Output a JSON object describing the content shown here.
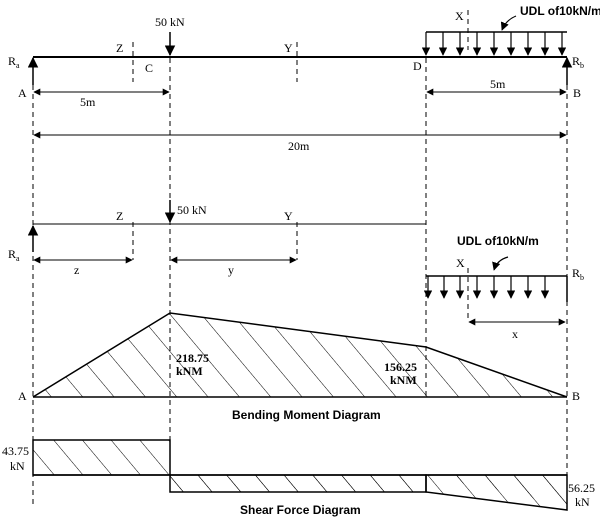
{
  "labels": {
    "ra": "R",
    "ra_sub": "a",
    "rb": "R",
    "rb_sub": "b",
    "a": "A",
    "b": "B",
    "c": "C",
    "d": "D",
    "x": "X",
    "y": "Y",
    "z": "Z",
    "load": "50 kN",
    "udl": "UDL of10kN/m"
  },
  "dimensions": {
    "ac": "5m",
    "db": "5m",
    "ab": "20m",
    "z": "z",
    "y": "y",
    "x": "x"
  },
  "bmd": {
    "title": "Bending Moment Diagram",
    "value_c_line1": "218.75",
    "value_c_line2": "kNM",
    "value_d_line1": "156.25",
    "value_d_line2": "kNM"
  },
  "sfd": {
    "title": "Shear Force Diagram",
    "value_left_line1": "43.75",
    "value_left_line2": "kN",
    "value_right_line1": "56.25",
    "value_right_line2": "kN"
  }
}
